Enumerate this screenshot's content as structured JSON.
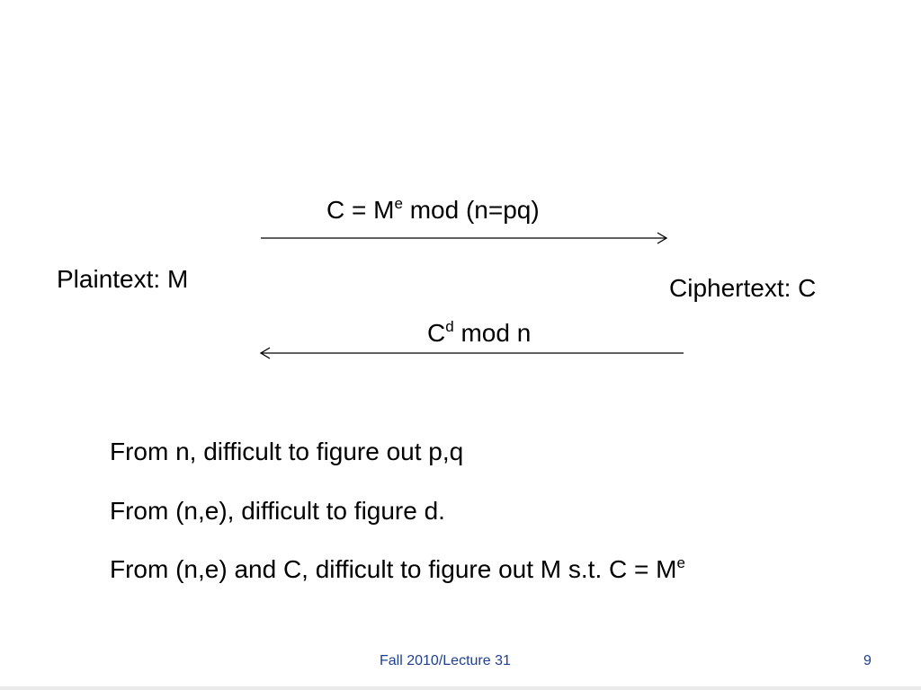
{
  "diagram": {
    "encrypt_label": {
      "pre": "C = M",
      "sup": "e",
      "post": " mod (n=pq)"
    },
    "decrypt_label": {
      "pre": "C",
      "sup": "d",
      "post": " mod n"
    },
    "plaintext_label": "Plaintext: M",
    "ciphertext_label": "Ciphertext: C"
  },
  "statements": [
    {
      "pre": "From n, difficult to figure out p,q",
      "sup": ""
    },
    {
      "pre": "From (n,e), difficult to figure d.",
      "sup": ""
    },
    {
      "pre": "From (n,e) and C, difficult to figure out M s.t. C = M",
      "sup": "e"
    }
  ],
  "footer": {
    "course": "Fall 2010/Lecture 31",
    "page_number": "9",
    "color": "#1f3f8f"
  }
}
